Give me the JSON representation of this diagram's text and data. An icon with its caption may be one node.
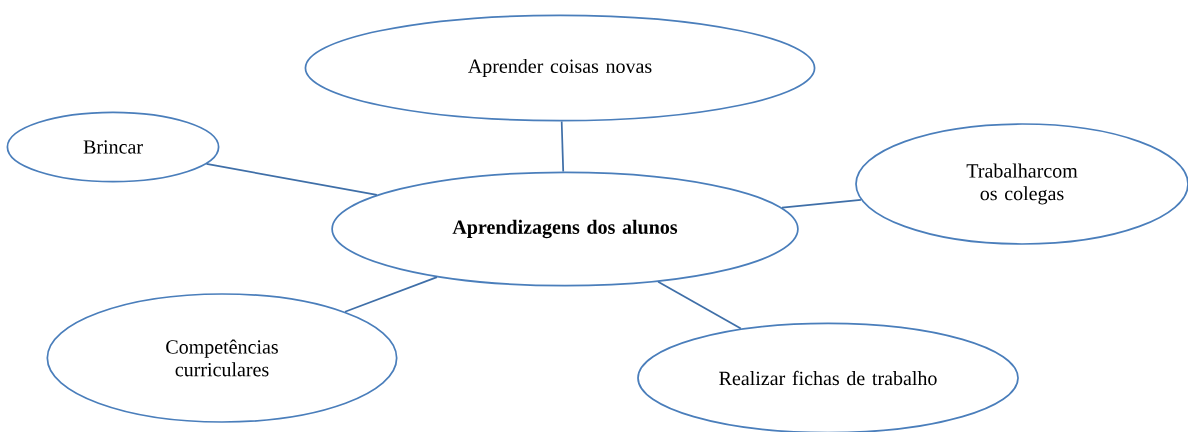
{
  "diagram": {
    "nodes": [
      {
        "text": [
          "Aprendizagens dos alunos"
        ]
      },
      {
        "text": [
          "Aprender coisas novas"
        ]
      },
      {
        "text": [
          "Brincar"
        ]
      },
      {
        "text": [
          "Trabalharcom os colegas"
        ]
      },
      {
        "text": [
          "Competências curriculares"
        ]
      },
      {
        "text": [
          "Realizar fichas de trabalho"
        ]
      }
    ],
    "edges": [
      {
        "from": 0,
        "to": 1,
        "arrow": "none"
      },
      {
        "from": 0,
        "to": 2,
        "arrow": "none"
      },
      {
        "from": 0,
        "to": 3,
        "arrow": "none"
      },
      {
        "from": 0,
        "to": 4,
        "arrow": "none"
      },
      {
        "from": 0,
        "to": 5,
        "arrow": "none"
      }
    ]
  }
}
